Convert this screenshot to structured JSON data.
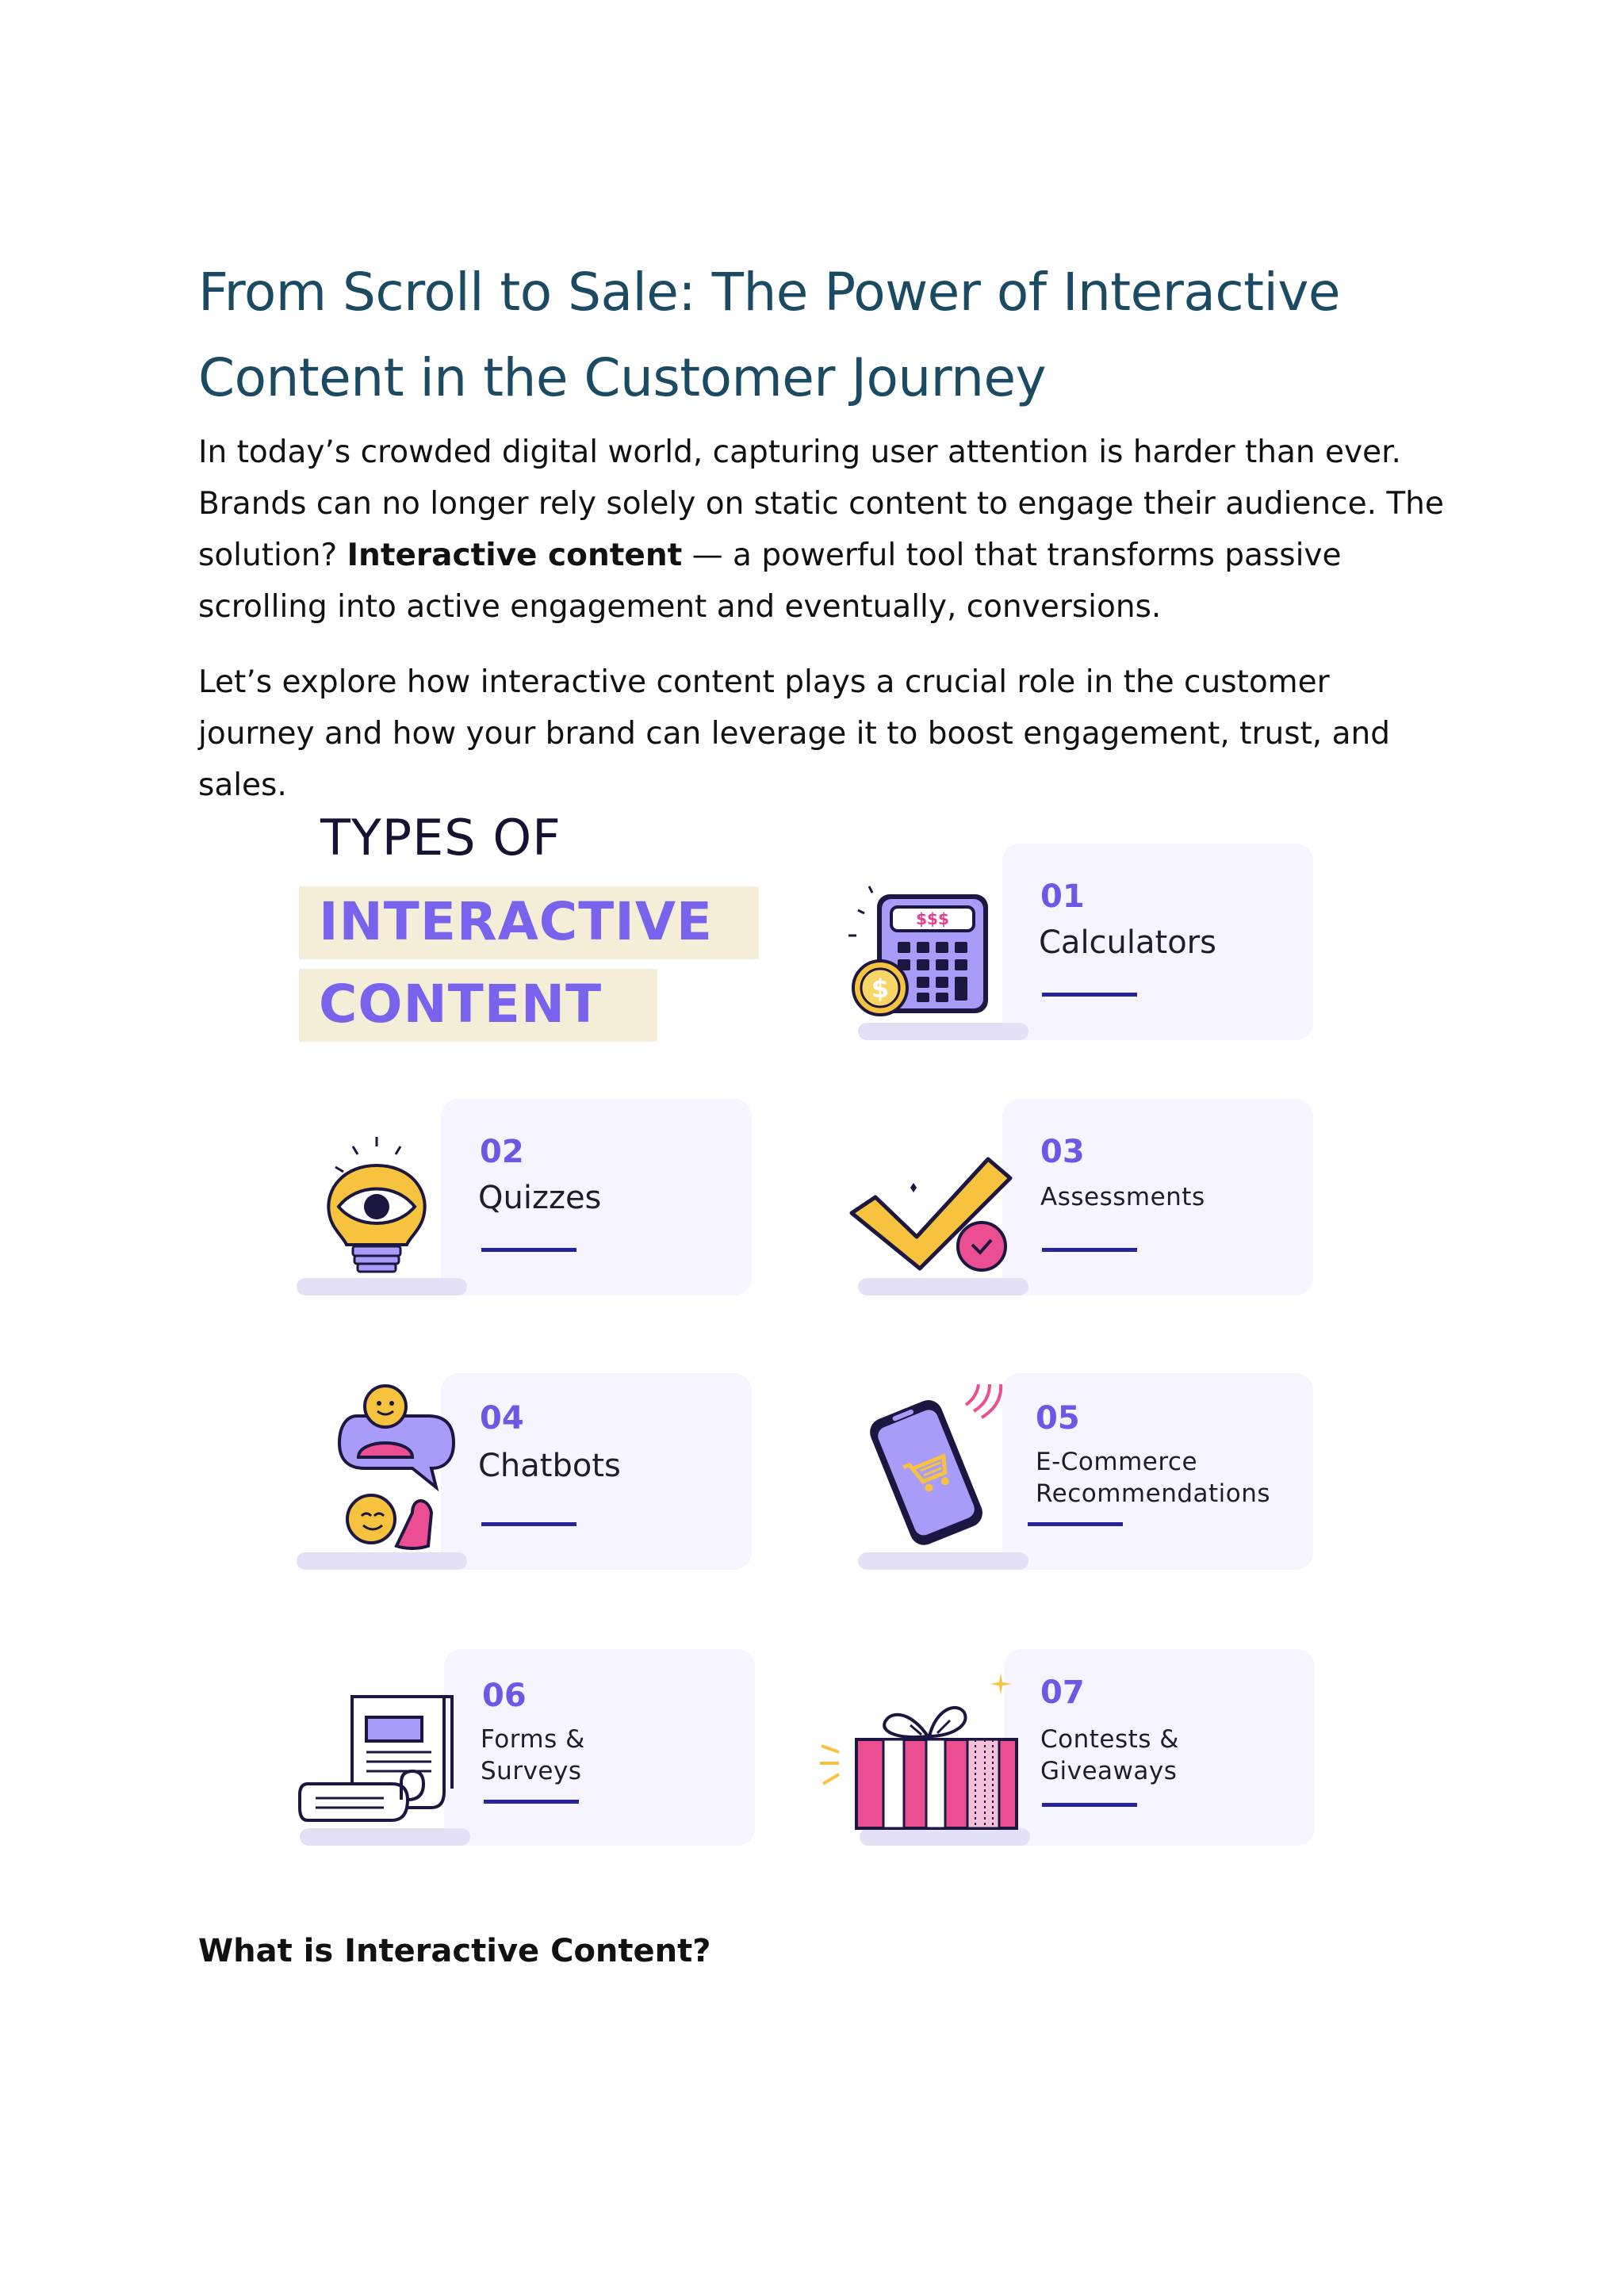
{
  "article": {
    "title": "From Scroll to Sale: The Power of Interactive Content in the Customer Journey",
    "intro_1": "In today’s crowded digital world, capturing user attention is harder than ever. Brands can no longer rely solely on static content to engage their audience. The solution? ",
    "intro_1_bold": "Interactive content",
    "intro_1_end": " — a powerful tool that transforms passive scrolling into active engagement and eventually, conversions.",
    "intro_2": "Let’s explore how interactive content plays a crucial role in the customer journey and how your brand can leverage it to boost engagement, trust, and sales.",
    "section_heading": "What is Interactive Content?"
  },
  "infographic": {
    "heading_line1": "TYPES OF",
    "heading_line2": "INTERACTIVE",
    "heading_line3": "CONTENT",
    "accent_color": "#7a63ec",
    "highlight_color": "#f4eed9",
    "items": [
      {
        "number": "01",
        "label": "Calculators",
        "icon": "calculator-icon",
        "sub_label": "$$$"
      },
      {
        "number": "02",
        "label": "Quizzes",
        "icon": "lightbulb-eye-icon"
      },
      {
        "number": "03",
        "label": "Assessments",
        "icon": "checkmark-icon"
      },
      {
        "number": "04",
        "label": "Chatbots",
        "icon": "chat-bubbles-icon"
      },
      {
        "number": "05",
        "label_line1": "E-Commerce",
        "label_line2": "Recommendations",
        "icon": "smartphone-cart-icon"
      },
      {
        "number": "06",
        "label_line1": "Forms &",
        "label_line2": "Surveys",
        "icon": "form-document-icon"
      },
      {
        "number": "07",
        "label_line1": "Contests &",
        "label_line2": "Giveaways",
        "icon": "gift-box-icon"
      }
    ]
  }
}
